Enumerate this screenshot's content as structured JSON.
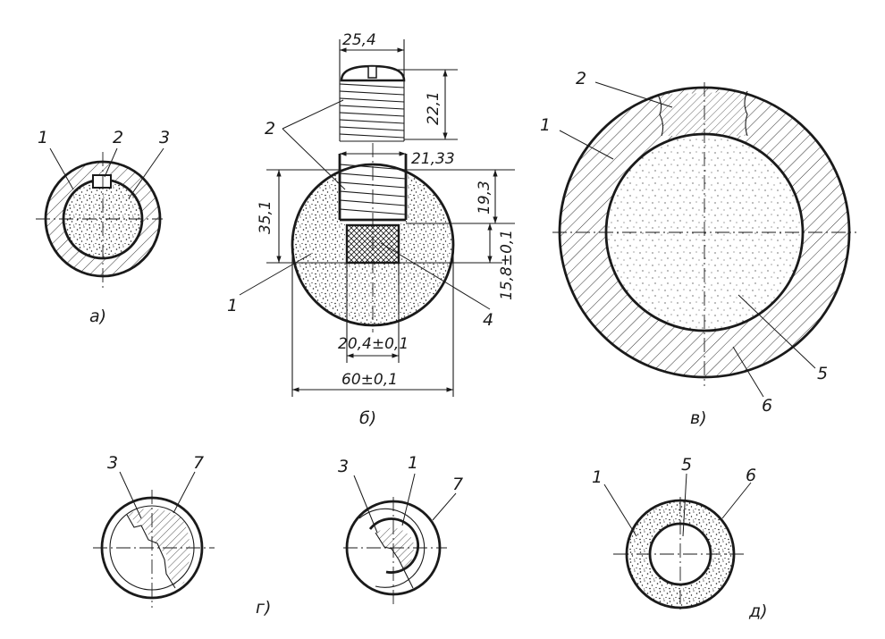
{
  "figures": {
    "a": {
      "caption": "а)",
      "labels": [
        "1",
        "2",
        "3"
      ]
    },
    "b": {
      "caption": "б)",
      "labels": [
        "1",
        "2",
        "4"
      ],
      "dimensions": {
        "screw_head_width": "25,4",
        "screw_length": "22,1",
        "thread_diameter": "21,33",
        "sphere_top_to_center": "35,1",
        "hole_depth": "19,3",
        "insert_height": "15,8±0,1",
        "insert_width": "20,4±0,1",
        "sphere_diameter": "60±0,1"
      }
    },
    "v": {
      "caption": "в)",
      "labels": [
        "1",
        "2",
        "5",
        "6"
      ]
    },
    "g": {
      "caption": "г)",
      "left_labels": [
        "3",
        "7"
      ],
      "right_labels": [
        "3",
        "1",
        "7"
      ]
    },
    "d": {
      "caption": "д)",
      "labels": [
        "1",
        "5",
        "6"
      ]
    }
  },
  "colors": {
    "ink": "#1a1a1a",
    "paper": "#ffffff"
  }
}
